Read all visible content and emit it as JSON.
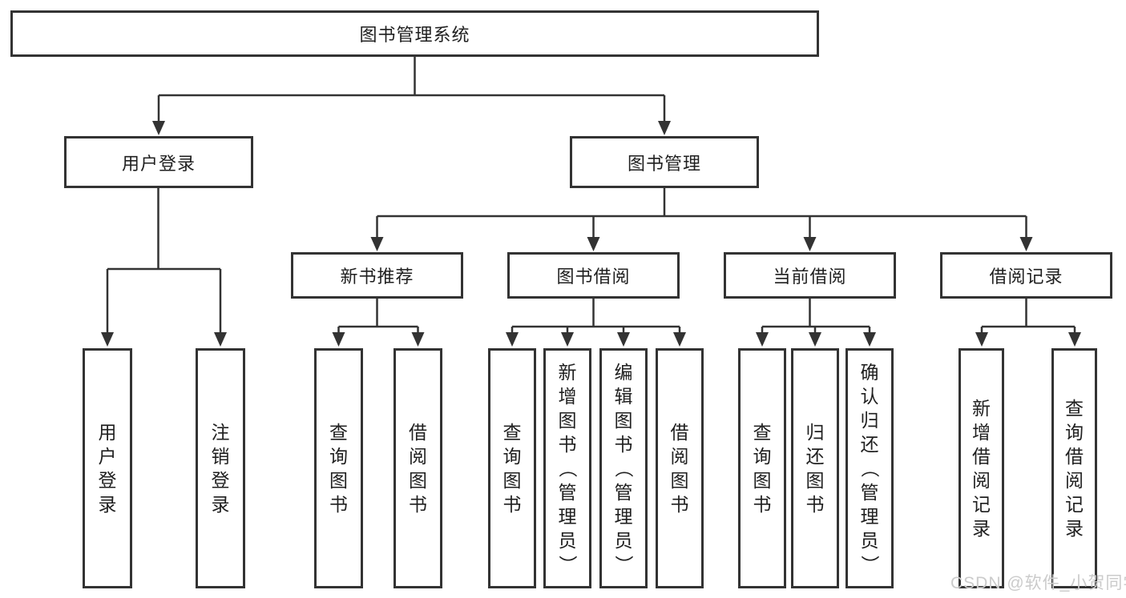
{
  "diagram": {
    "nodes": {
      "root": "图书管理系统",
      "user_login": "用户登录",
      "book_mgmt": "图书管理",
      "new_book_rec": "新书推荐",
      "book_borrow": "图书借阅",
      "current_borrow": "当前借阅",
      "borrow_record": "借阅记录",
      "user_login_action": "用户登录",
      "logout_action": "注销登录",
      "rec_query_book": "查询图书",
      "rec_borrow_book": "借阅图书",
      "bb_query_book": "查询图书",
      "bb_add_book": "新增图书（管理员）",
      "bb_edit_book": "编辑图书（管理员）",
      "bb_borrow_book": "借阅图书",
      "cb_query_book": "查询图书",
      "cb_return_book": "归还图书",
      "cb_confirm_return": "确认归还（管理员）",
      "br_add_record": "新增借阅记录",
      "br_query_record": "查询借阅记录"
    },
    "colors": {
      "line": "#333333",
      "border": "#333333",
      "text": "#1f1f1f",
      "watermark": "#cbcbcb",
      "background": "#ffffff"
    }
  },
  "watermark": "CSDN @软件_小贺同学"
}
